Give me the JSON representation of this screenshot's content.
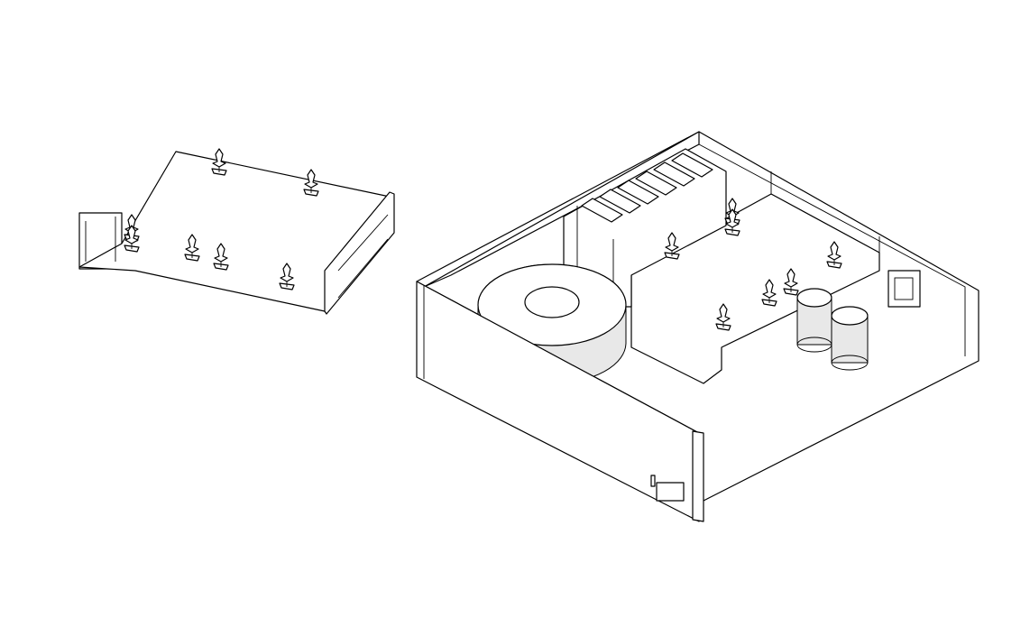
{
  "figure": {
    "type": "isometric technical line drawing",
    "colors": {
      "line": "#000000",
      "background": "#ffffff"
    },
    "standoff_count_cover": 7,
    "standoff_count_chassis": 7
  }
}
